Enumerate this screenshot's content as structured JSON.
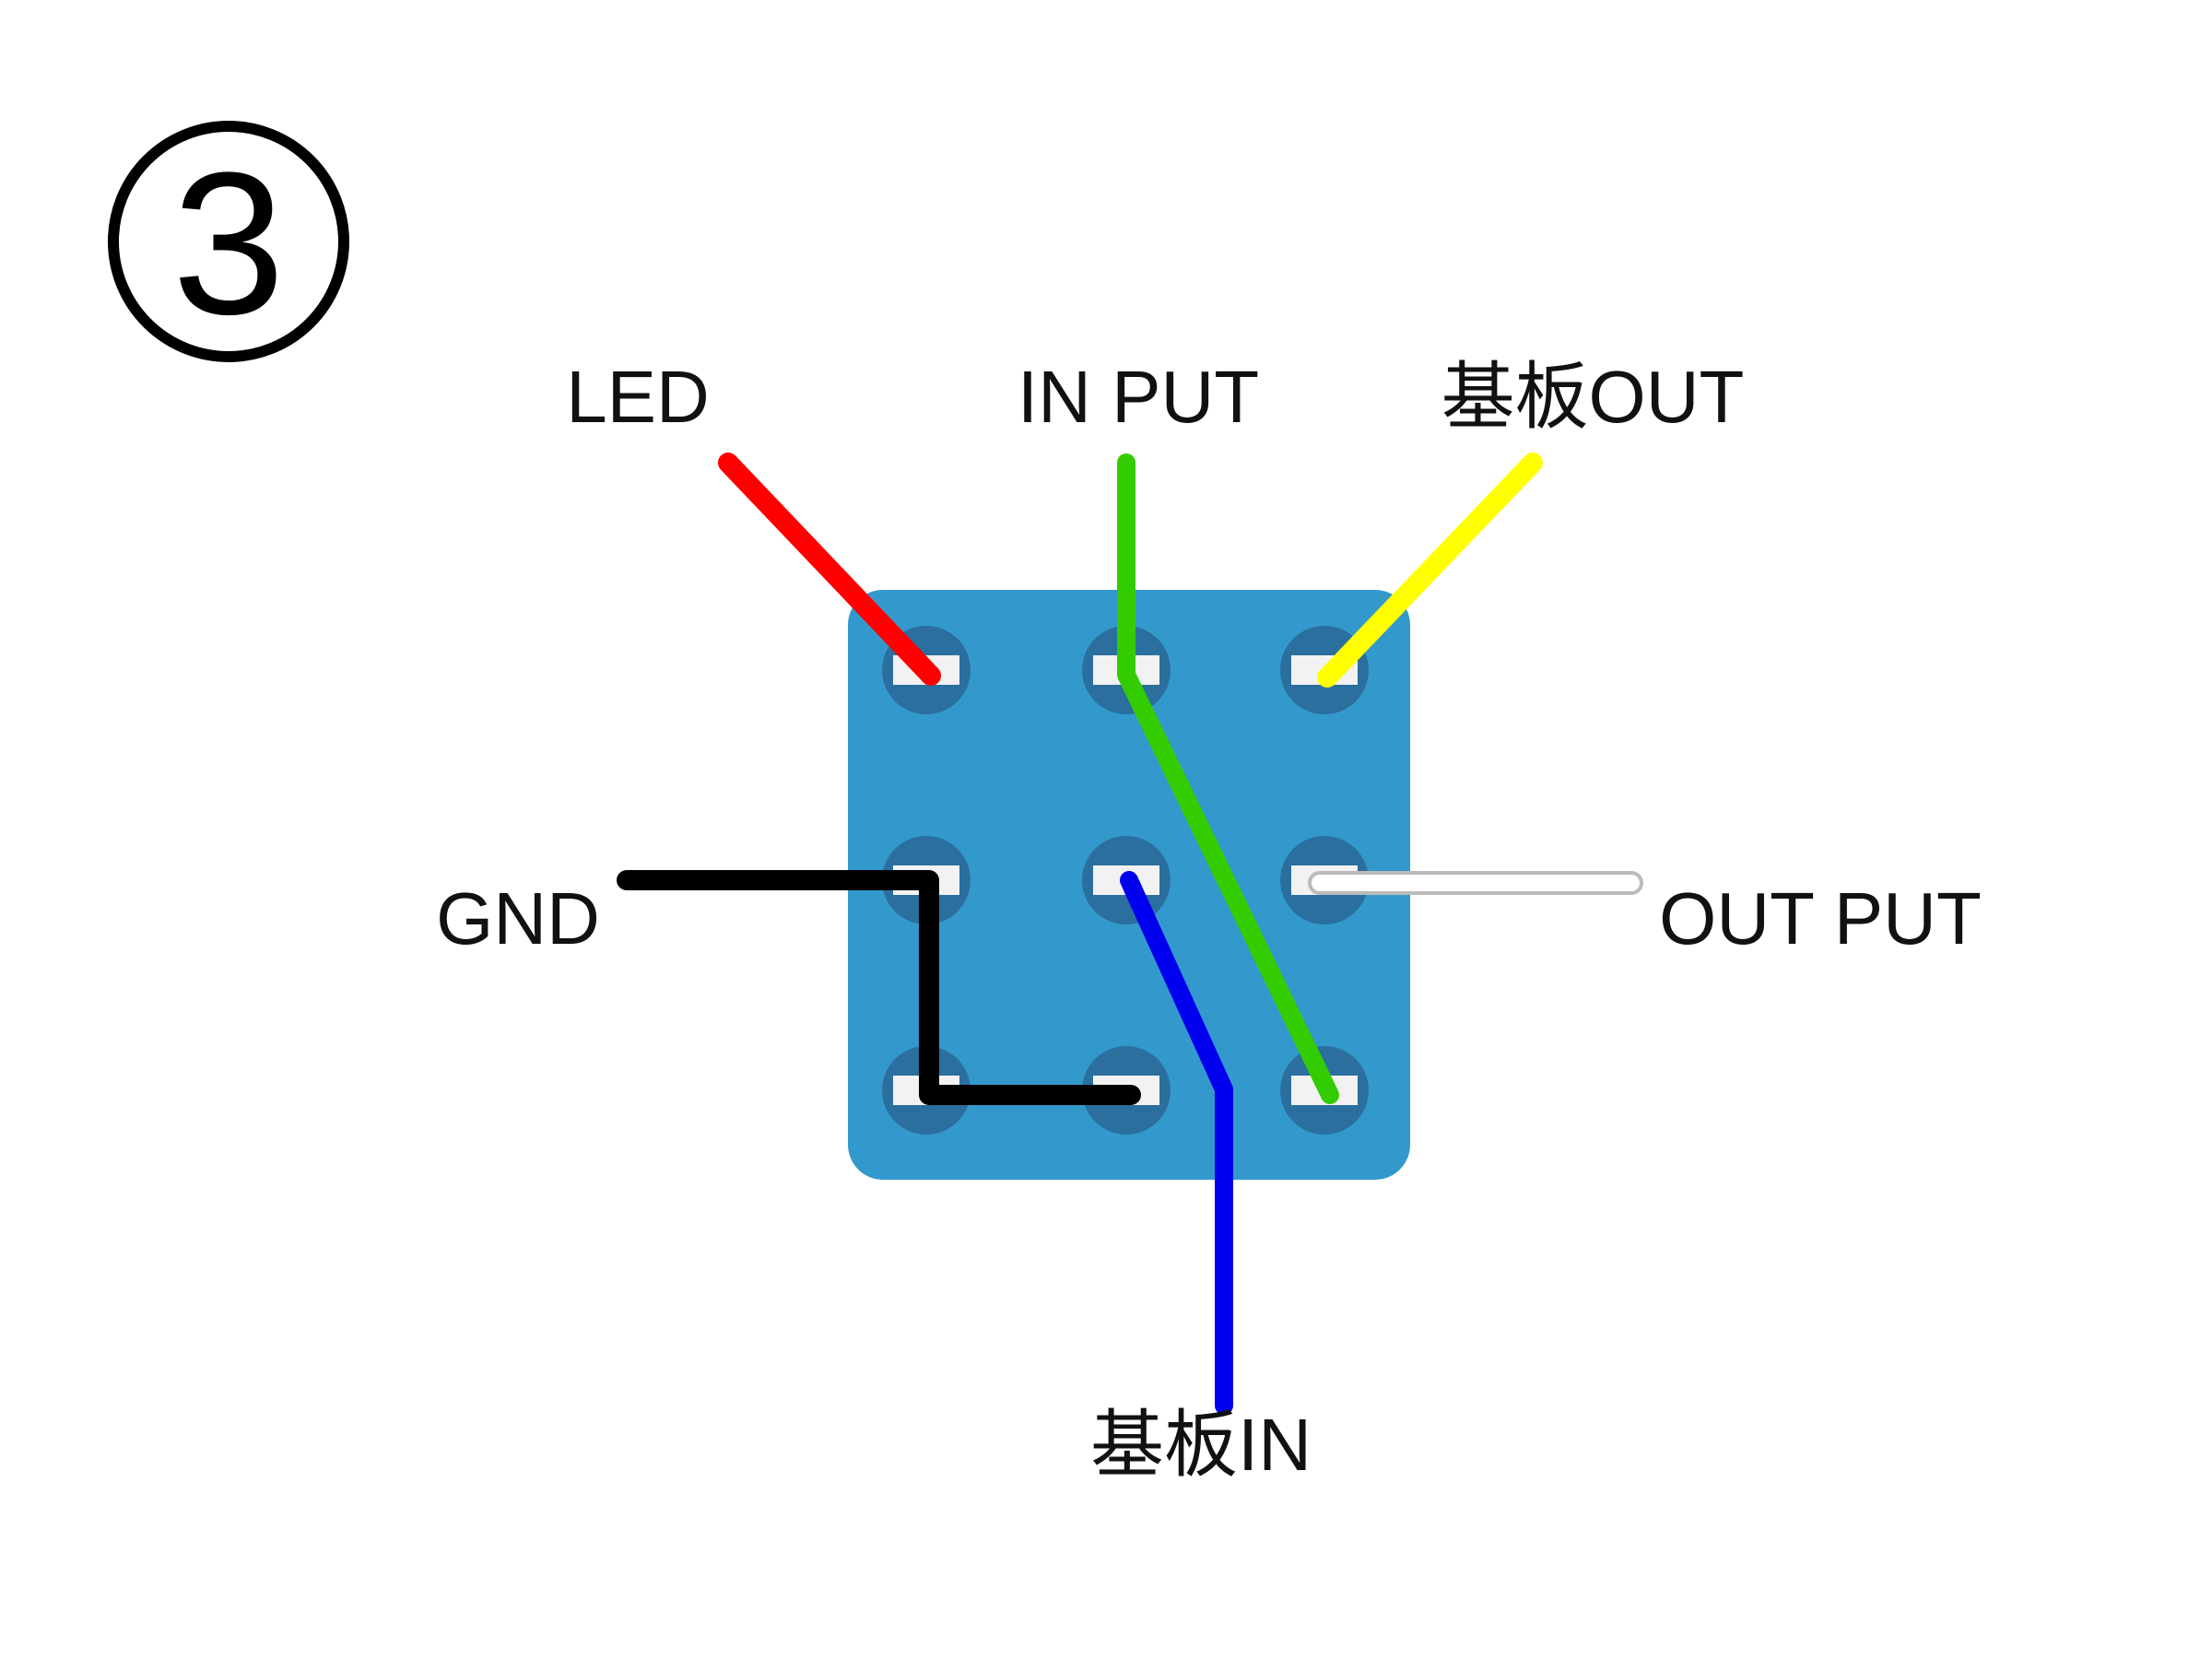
{
  "step": {
    "number": "3"
  },
  "board": {
    "color": "#3399cc",
    "hole_color": "#2a6f9e",
    "pad_color": "#f2f2f2"
  },
  "labels": {
    "led": "LED",
    "input": "IN PUT",
    "board_out": "基板OUT",
    "gnd": "GND",
    "output": "OUT PUT",
    "board_in": "基板IN"
  },
  "wires": [
    {
      "name": "LED",
      "color": "#ff0000"
    },
    {
      "name": "IN PUT",
      "color": "#33cc00"
    },
    {
      "name": "基板OUT",
      "color": "#ffff00"
    },
    {
      "name": "GND",
      "color": "#000000"
    },
    {
      "name": "OUT PUT",
      "color": "#ffffff"
    },
    {
      "name": "基板IN",
      "color": "#0000ee"
    }
  ]
}
